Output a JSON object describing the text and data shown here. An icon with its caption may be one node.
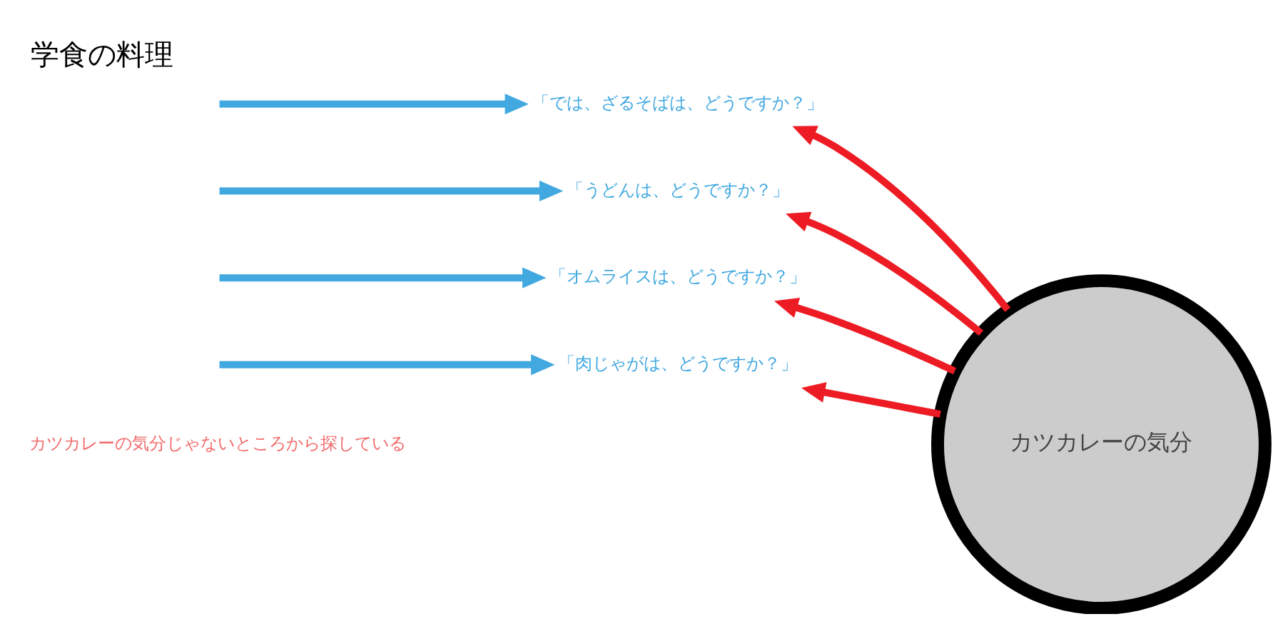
{
  "diagram": {
    "title": "学食の料理",
    "nodes": [
      {
        "text": [
          "カツカレーの気分"
        ]
      },
      {
        "text": [
          "「では、ざるそばは、どうですか？」"
        ]
      },
      {
        "text": [
          "「うどんは、どうですか？」"
        ]
      },
      {
        "text": [
          "「オムライスは、どうですか？」"
        ]
      },
      {
        "text": [
          "「肉じゃがは、どうですか？」"
        ]
      }
    ],
    "edges": [
      {
        "from": null,
        "to": 1,
        "arrow": "to",
        "color": "#41a8e0"
      },
      {
        "from": 0,
        "to": 1,
        "arrow": "to",
        "color": "#ed1c24"
      },
      {
        "from": null,
        "to": 2,
        "arrow": "to",
        "color": "#41a8e0"
      },
      {
        "from": 0,
        "to": 2,
        "arrow": "to",
        "color": "#ed1c24"
      },
      {
        "from": null,
        "to": 3,
        "arrow": "to",
        "color": "#41a8e0"
      },
      {
        "from": 0,
        "to": 3,
        "arrow": "to",
        "color": "#ed1c24"
      },
      {
        "from": null,
        "to": 4,
        "arrow": "to",
        "color": "#41a8e0"
      },
      {
        "from": 0,
        "to": 4,
        "arrow": "to",
        "color": "#ed1c24"
      }
    ],
    "labels": [
      "カツカレーの気分じゃないところから探している"
    ]
  }
}
